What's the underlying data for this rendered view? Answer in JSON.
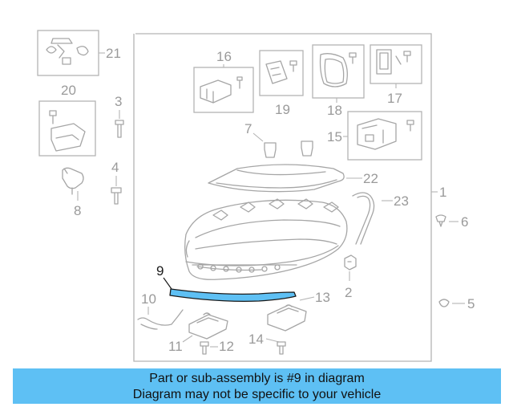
{
  "diagram": {
    "highlight_color": "#5ec0f4",
    "highlighted_part": "9",
    "callouts": {
      "c1": "1",
      "c2": "2",
      "c3": "3",
      "c4": "4",
      "c5": "5",
      "c6": "6",
      "c7": "7",
      "c8": "8",
      "c9": "9",
      "c10": "10",
      "c11": "11",
      "c12": "12",
      "c13": "13",
      "c14": "14",
      "c15": "15",
      "c16": "16",
      "c17": "17",
      "c18": "18",
      "c19": "19",
      "c20": "20",
      "c21": "21",
      "c22": "22",
      "c23": "23"
    }
  },
  "banner": {
    "line1": "Part or sub-assembly is #9 in diagram",
    "line2": "Diagram may not be specific to your vehicle",
    "background": "#5ec0f4"
  }
}
